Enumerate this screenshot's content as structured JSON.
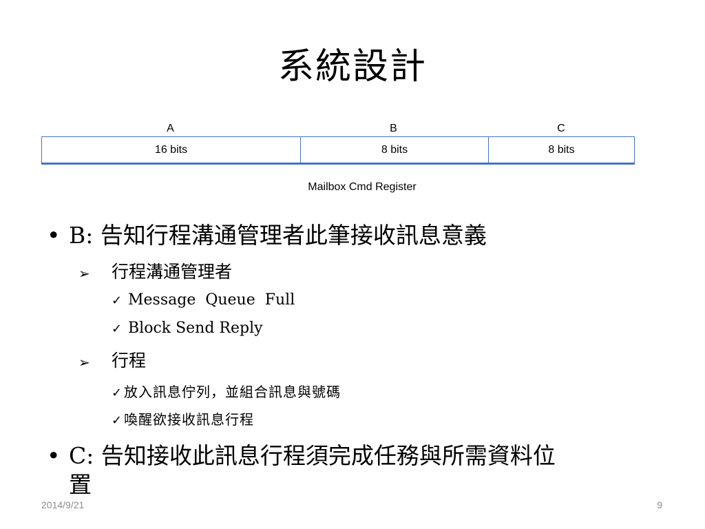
{
  "title": "系統設計",
  "register": {
    "fields": [
      {
        "name": "A",
        "width": "16 bits"
      },
      {
        "name": "B",
        "width": "8 bits"
      },
      {
        "name": "C",
        "width": "8 bits"
      }
    ],
    "caption": "Mailbox Cmd Register"
  },
  "bullets": {
    "b": {
      "marker": "•",
      "text": "B: 告知行程溝通管理者此筆接收訊息意義",
      "subs": [
        {
          "marker": "➢",
          "text": "行程溝通管理者",
          "items": [
            "Message  Queue  Full",
            "Block Send Reply"
          ]
        },
        {
          "marker": "➢",
          "text": "行程",
          "items": [
            "放入訊息佇列，並組合訊息與號碼",
            "喚醒欲接收訊息行程"
          ]
        }
      ]
    },
    "c": {
      "marker": "•",
      "text_line1": "C: 告知接收此訊息行程須完成任務與所需資料位",
      "text_line2": "置"
    }
  },
  "icons": {
    "check": "check-icon",
    "arrow": "arrow-bullet-icon"
  },
  "footer": {
    "date": "2014/9/21",
    "page": "9"
  },
  "colors": {
    "table_border": "#4472c4",
    "footer_text": "#8c8c8c"
  }
}
